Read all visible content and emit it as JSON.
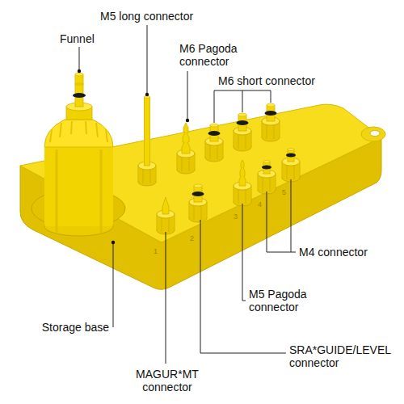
{
  "diagram": {
    "labels": [
      "M5 long connector",
      "Funnel",
      "M6 Pagoda connector",
      "M6 short connector",
      "M4 connector",
      "M5 Pagoda connector",
      "Storage base",
      "SRA*GUIDE/LEVEL connector",
      "MAGUR*MT connector",
      "1",
      "2",
      "3",
      "4",
      "5"
    ]
  }
}
